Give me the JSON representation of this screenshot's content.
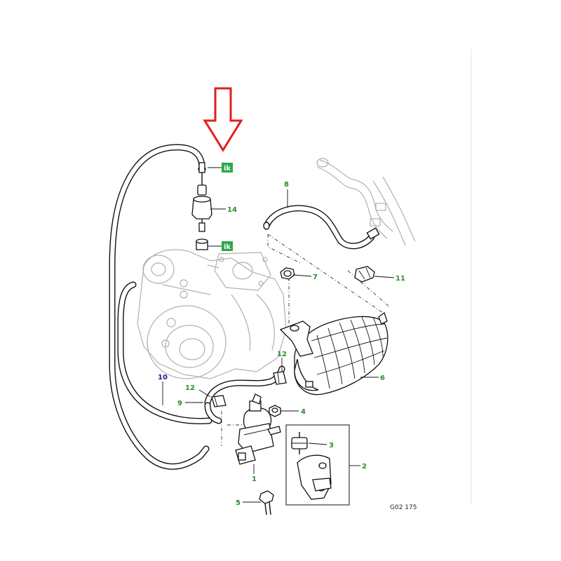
{
  "arrow": {
    "color": "#e02020"
  },
  "colors": {
    "callout_green": "#2e8b2e",
    "callout_blue": "#1a1a8c",
    "kit_badge": "#2aa84a"
  },
  "callouts": [
    {
      "id": "c1",
      "label": "1"
    },
    {
      "id": "c2",
      "label": "2"
    },
    {
      "id": "c3",
      "label": "3"
    },
    {
      "id": "c4",
      "label": "4"
    },
    {
      "id": "c5",
      "label": "5"
    },
    {
      "id": "c6",
      "label": "6"
    },
    {
      "id": "c7",
      "label": "7"
    },
    {
      "id": "c8",
      "label": "8"
    },
    {
      "id": "c9",
      "label": "9"
    },
    {
      "id": "c10",
      "label": "10"
    },
    {
      "id": "c11",
      "label": "11"
    },
    {
      "id": "c12a",
      "label": "12"
    },
    {
      "id": "c12b",
      "label": "12"
    },
    {
      "id": "c14",
      "label": "14"
    }
  ],
  "kit_badges": [
    {
      "id": "k1",
      "icon": "kit-icon",
      "glyph": "ik"
    },
    {
      "id": "k2",
      "icon": "kit-icon",
      "glyph": "ik"
    }
  ],
  "reference": "G02 175"
}
